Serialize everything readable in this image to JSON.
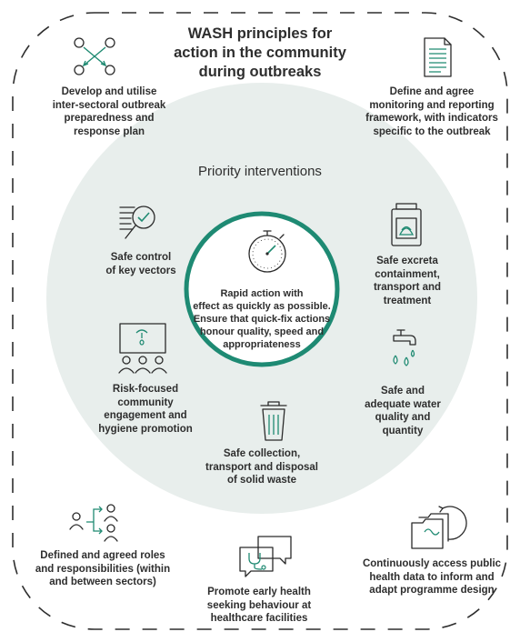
{
  "title": "WASH principles for\naction in the community\nduring outbreaks",
  "outer": {
    "top_left": "Develop and utilise\ninter-sectoral outbreak\npreparedness and\nresponse plan",
    "top_right": "Define and agree\nmonitoring and reporting\nframework, with indicators\nspecific to the outbreak",
    "bottom_left": "Defined and agreed roles\nand responsibilities (within\nand between sectors)",
    "bottom_center": "Promote early health\nseeking behaviour at\nhealthcare facilities",
    "bottom_right": "Continuously access public\nhealth data to inform and\nadapt programme design"
  },
  "priority": {
    "heading": "Priority interventions",
    "vectors": "Safe control\nof key vectors",
    "excreta": "Safe excreta\ncontainment,\ntransport and\ntreatment",
    "engagement": "Risk-focused\ncommunity\nengagement and\nhygiene promotion",
    "water": "Safe and\nadequate water\nquality and\nquantity",
    "waste": "Safe collection,\ntransport and disposal\nof solid waste"
  },
  "center": {
    "text": "Rapid action with\neffect as quickly as possible.\nEnsure that quick-fix actions\nhonour quality, speed and\nappropriateness"
  },
  "colors": {
    "teal": "#1e8a73",
    "ring_fill": "#e8eeec",
    "text": "#2e2e2e",
    "icon_accent": "#1f8a72"
  },
  "icons": {
    "top_left": "network-arrows-icon",
    "top_right": "document-icon",
    "vectors": "magnifier-checklist-icon",
    "excreta": "excreta-container-icon",
    "center": "stopwatch-icon",
    "engagement": "community-screen-icon",
    "water": "tap-drops-icon",
    "waste": "trash-bin-icon",
    "bottom_left": "people-arrows-icon",
    "bottom_center": "stethoscope-chat-icon",
    "bottom_right": "folders-refresh-icon"
  }
}
